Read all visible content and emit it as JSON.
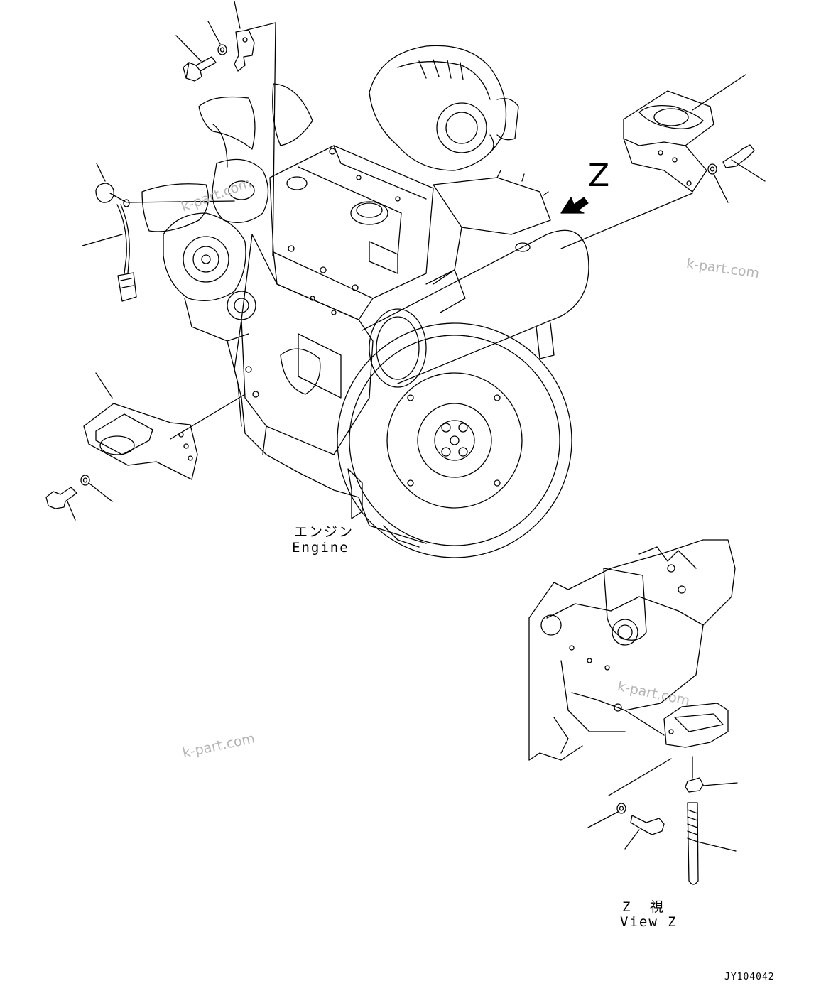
{
  "labels": {
    "engine_jp": "エンジン",
    "engine_en": "Engine",
    "view_z_jp": "Z 視",
    "view_z_en": "View Z",
    "z_marker": "Z",
    "drawing_code": "JY104042"
  },
  "watermarks": [
    "k-part.com",
    "k-part.com",
    "k-part.com",
    "k-part.com"
  ]
}
